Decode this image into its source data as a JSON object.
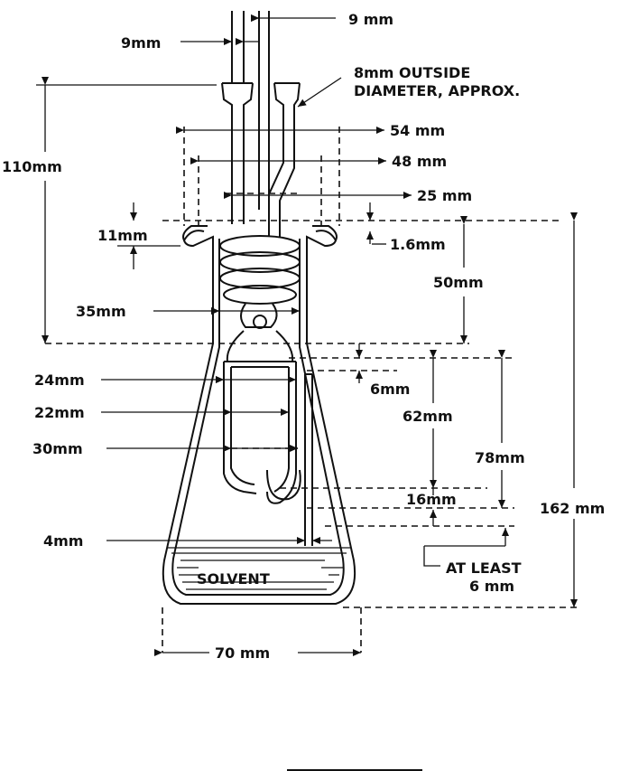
{
  "labels": {
    "tube_spacing_top": "9 mm",
    "tube_spacing_left": "9mm",
    "tube_od": "8mm OUTSIDE",
    "tube_od_2": "DIAMETER, APPROX.",
    "flange_outer": "54 mm",
    "flange_inner": "48 mm",
    "stopper_width": "25 mm",
    "overall_top_height": "110mm",
    "flange_height": "11mm",
    "lip_thickness": "1.6mm",
    "neck_height": "50mm",
    "neck_inner": "35mm",
    "cup_outer": "24mm",
    "cup_inner": "22mm",
    "cup_wide": "30mm",
    "cup_gap": "6mm",
    "cup_height": "62mm",
    "cup_total": "78mm",
    "cup_bottom_gap": "16mm",
    "flask_height": "162 mm",
    "tube_od_small": "4mm",
    "solvent": "SOLVENT",
    "at_least": "AT LEAST",
    "at_least_value": "6 mm",
    "flask_base": "70 mm"
  }
}
